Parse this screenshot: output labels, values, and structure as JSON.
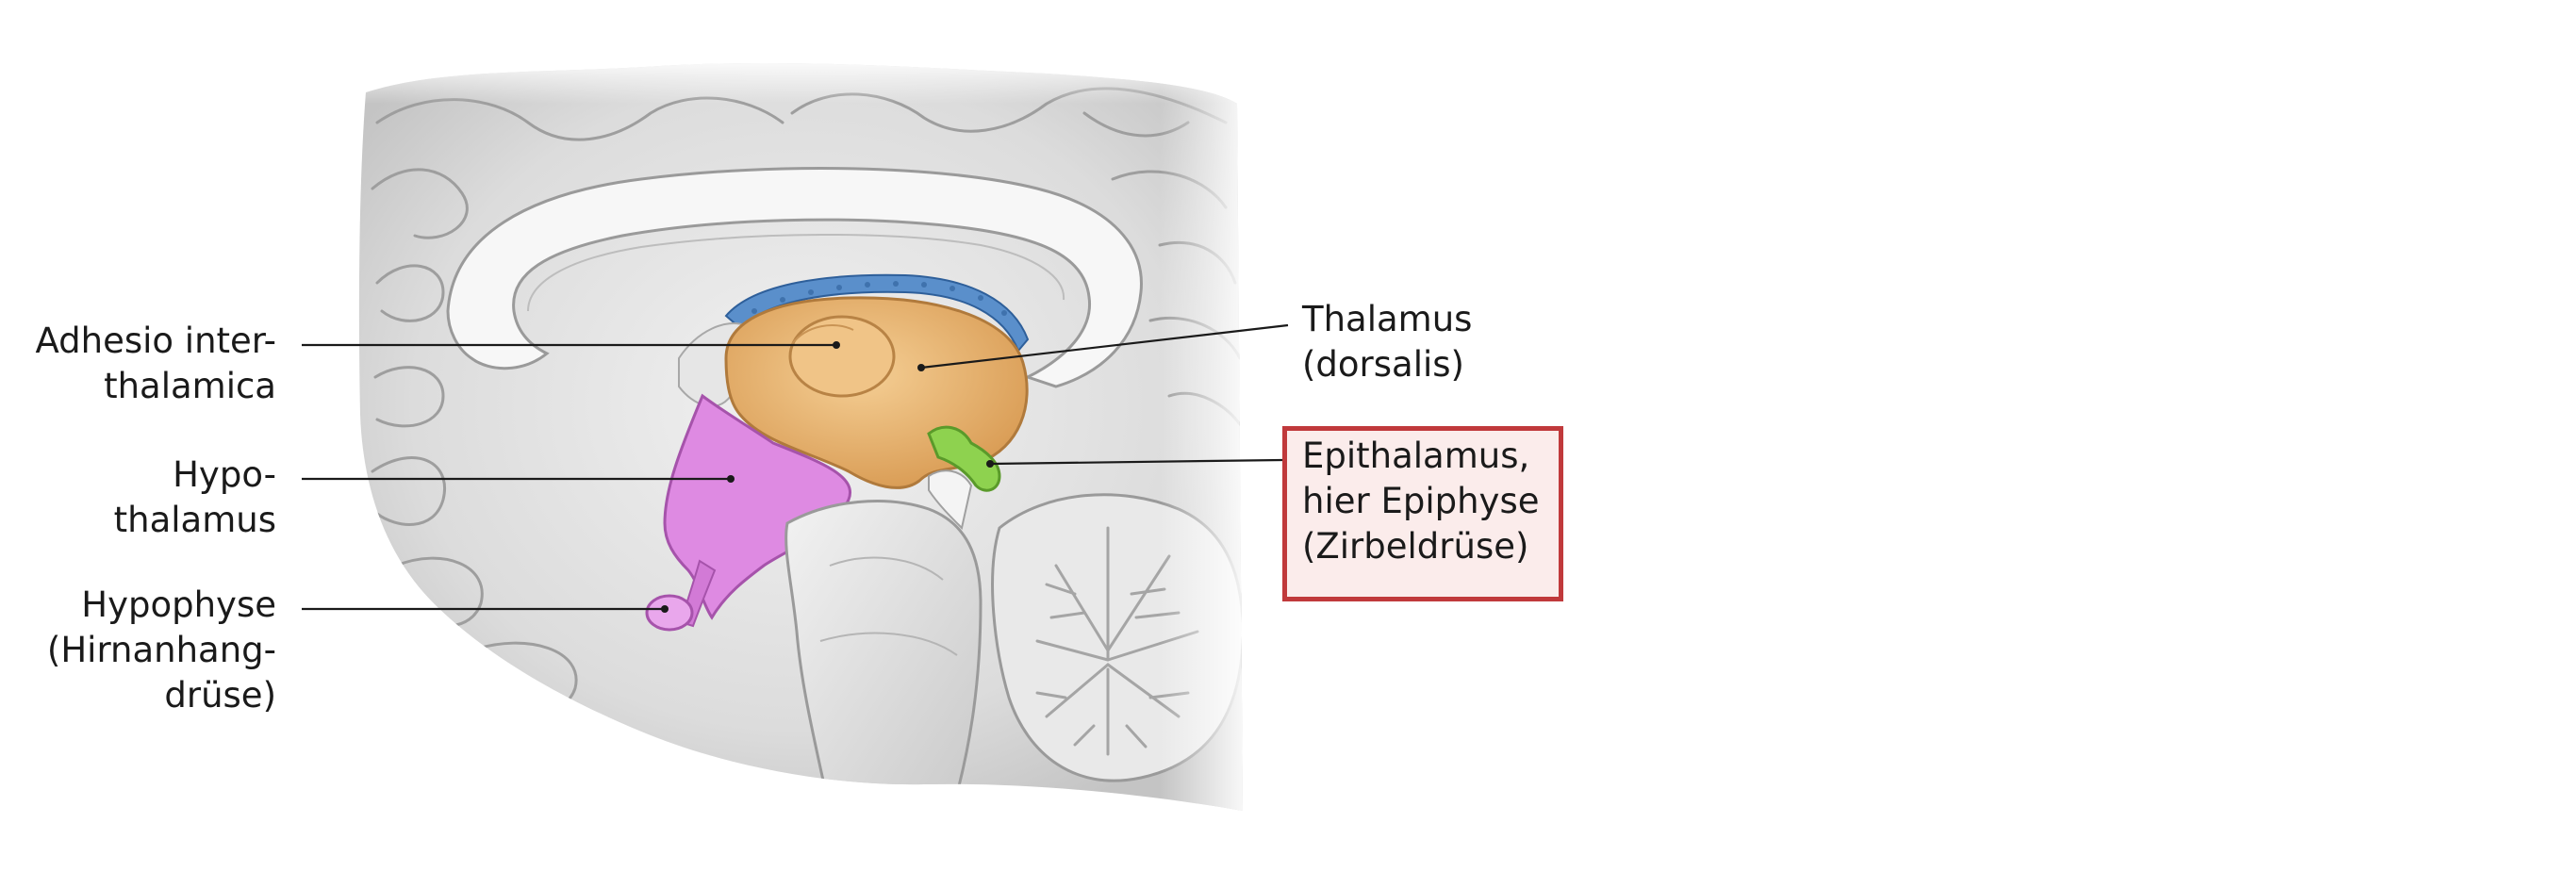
{
  "labels": {
    "adhesio": [
      "Adhesio inter-",
      "thalamica"
    ],
    "hypothalamus": [
      "Hypo-",
      "thalamus"
    ],
    "hypophyse": [
      "Hypophyse",
      "(Hirnanhang-",
      "drüse)"
    ],
    "thalamus": [
      "Thalamus",
      "(dorsalis)"
    ],
    "epithalamus": [
      "Epithalamus,",
      "hier Epiphyse",
      "(Zirbeldrüse)"
    ]
  },
  "colors": {
    "thalamus": "#e7b46f",
    "hypothalamus": "#de8ae2",
    "epiphyse": "#8ed24f",
    "ventricle_edge": "#4a83c4",
    "highlight_border": "#c0393b",
    "highlight_fill": "#fbeceb"
  }
}
